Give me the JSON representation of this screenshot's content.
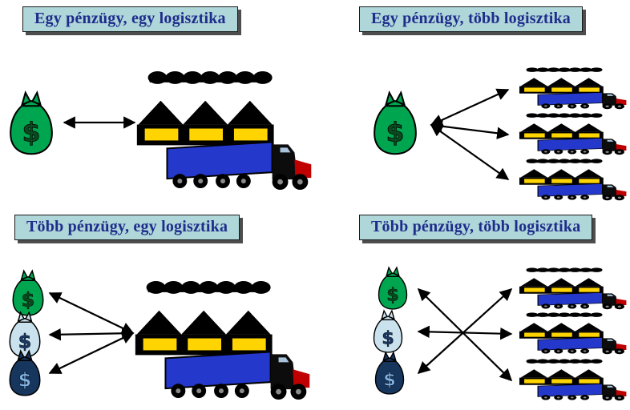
{
  "diagram": {
    "type": "quadrant-diagram",
    "language": "Hungarian",
    "money_symbol": "$",
    "panels": [
      {
        "title": "Egy  pénzügy, egy logisztika",
        "finance_nodes": [
          "green-money-bag"
        ],
        "logistics_nodes": 1,
        "link_pattern": "one-to-one"
      },
      {
        "title": "Egy  pénzügy, több logisztika",
        "finance_nodes": [
          "green-money-bag"
        ],
        "logistics_nodes": 3,
        "link_pattern": "one-to-many"
      },
      {
        "title": "Több  pénzügy, egy logisztika",
        "finance_nodes": [
          "green-money-bag",
          "lightblue-money-bag",
          "darkblue-money-bag"
        ],
        "logistics_nodes": 1,
        "link_pattern": "many-to-one"
      },
      {
        "title": "Több  pénzügy, több logisztika",
        "finance_nodes": [
          "green-money-bag",
          "lightblue-money-bag",
          "darkblue-money-bag"
        ],
        "logistics_nodes": 3,
        "link_pattern": "many-to-many"
      }
    ]
  },
  "colors": {
    "background": "#FFFFFF",
    "title_box_bg": "#AFD6D8",
    "title_box_border": "#1A1A1A",
    "title_box_shadow": "#4D4D4D",
    "title_text": "#1E2D8C",
    "bag_green": "#00A64F",
    "bag_green_symbol": "#0A4A1E",
    "bag_lightblue": "#C9E2EE",
    "bag_lightblue_symbol": "#1A3A66",
    "bag_darkblue": "#17365D",
    "bag_darkblue_symbol": "#7FB2E5",
    "factory_body": "#000000",
    "factory_window": "#FFD400",
    "truck_body": "#2438CC",
    "truck_accent": "#C00000",
    "arrow": "#000000"
  }
}
